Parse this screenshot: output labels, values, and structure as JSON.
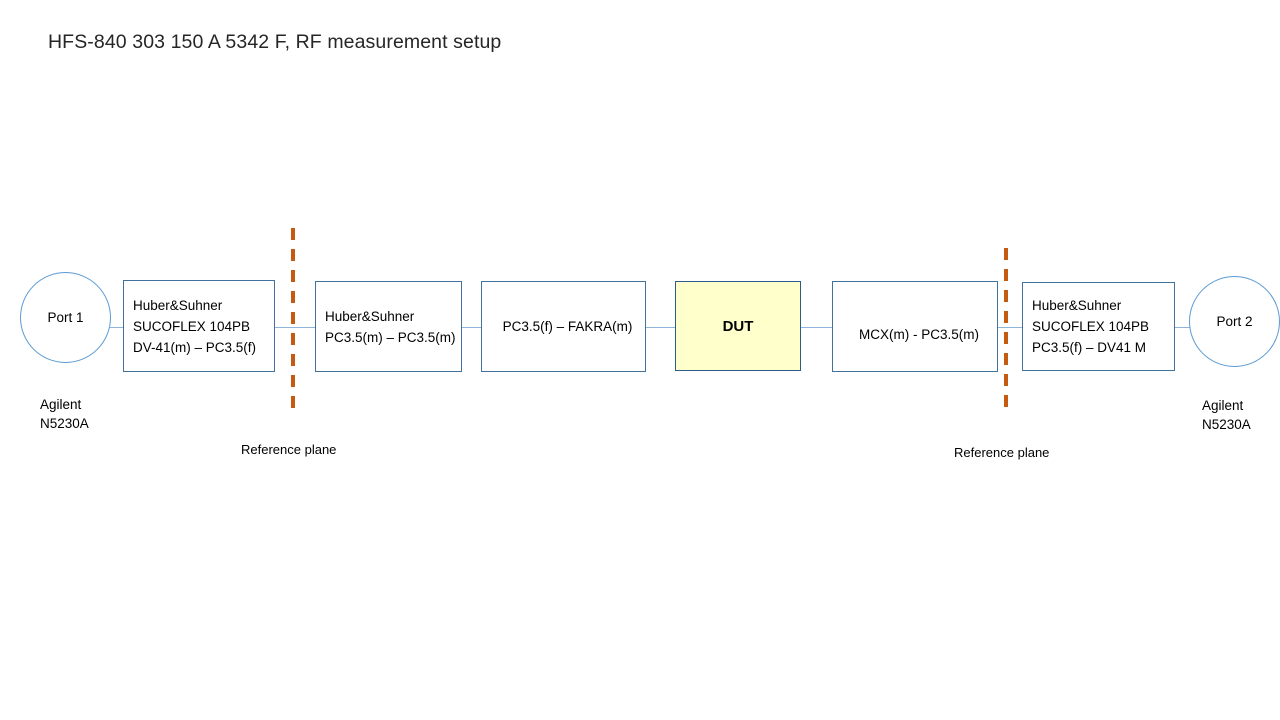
{
  "slide": {
    "title": "HFS-840 303 150 A 5342 F, RF measurement setup",
    "background_color": "#FFFFFF"
  },
  "colors": {
    "box_border": "#41719C",
    "circle_border": "#5B9BD5",
    "connector": "#8FB4DC",
    "reference_plane": "#C55A11",
    "dut_fill": "#FFFFCC",
    "text": "#000000"
  },
  "ports": [
    {
      "name": "port-1",
      "label": "Port 1",
      "instrument": {
        "line1": "Agilent",
        "line2": "N5230A"
      }
    },
    {
      "name": "port-2",
      "label": "Port 2",
      "instrument": {
        "line1": "Agilent",
        "line2": "N5230A"
      }
    }
  ],
  "chain": [
    {
      "name": "cable-1",
      "align": "left",
      "highlight": false,
      "lines": [
        "Huber&Suhner",
        "SUCOFLEX 104PB",
        "DV-41(m) – PC3.5(f)"
      ]
    },
    {
      "name": "cable-2",
      "align": "left",
      "highlight": false,
      "lines": [
        "Huber&Suhner",
        "PC3.5(m) – PC3.5(m)"
      ]
    },
    {
      "name": "adapter-1",
      "align": "center",
      "highlight": false,
      "lines": [
        "PC3.5(f) – FAKRA(m)"
      ]
    },
    {
      "name": "dut",
      "align": "center",
      "highlight": true,
      "lines": [
        "DUT"
      ]
    },
    {
      "name": "adapter-2",
      "align": "center",
      "highlight": false,
      "lines": [
        "MCX(m)  -  PC3.5(m)"
      ]
    },
    {
      "name": "cable-3",
      "align": "left",
      "highlight": false,
      "lines": [
        "Huber&Suhner",
        "SUCOFLEX 104PB",
        "PC3.5(f) – DV41 M"
      ]
    }
  ],
  "reference_planes": [
    {
      "name": "reference-plane-left",
      "label": "Reference plane"
    },
    {
      "name": "reference-plane-right",
      "label": "Reference plane"
    }
  ]
}
